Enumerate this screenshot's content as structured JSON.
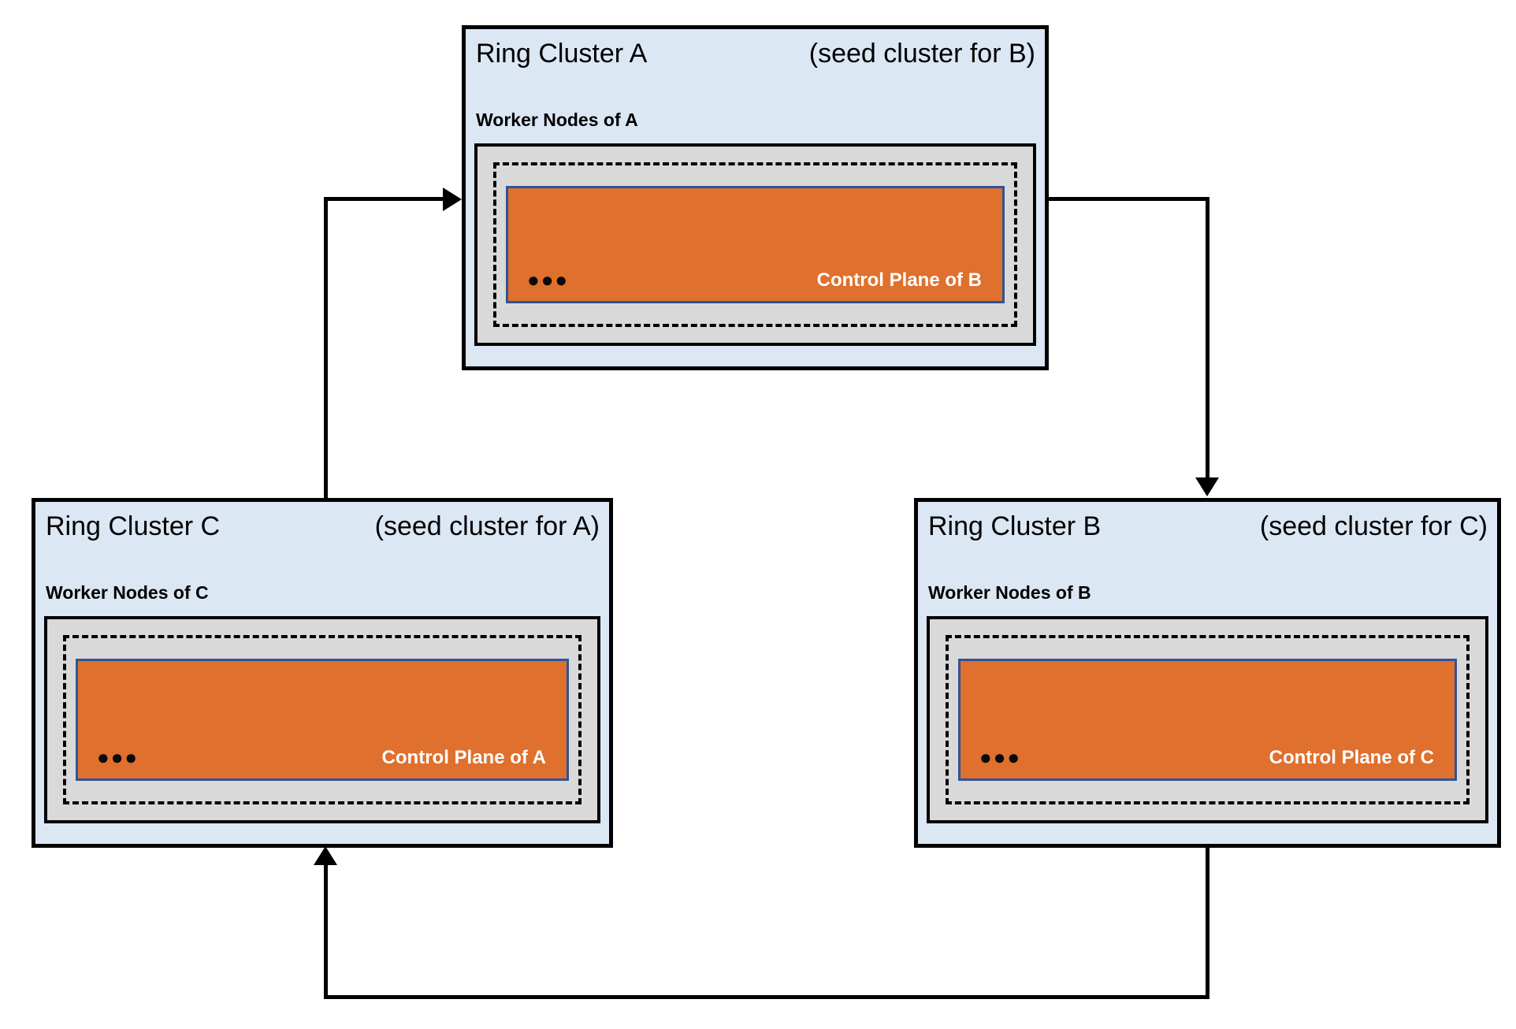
{
  "diagram": {
    "description": "Three Kubernetes ring clusters hosting each other's control planes in a cycle"
  },
  "clusters": [
    {
      "id": "A",
      "title": "Ring Cluster A",
      "seed_note": "(seed cluster for B)",
      "worker_label": "Worker Nodes of A",
      "dots": "●●●",
      "control_plane_label": "Control Plane of B"
    },
    {
      "id": "C",
      "title": "Ring Cluster C",
      "seed_note": "(seed cluster for A)",
      "worker_label": "Worker Nodes of C",
      "dots": "●●●",
      "control_plane_label": "Control Plane of A"
    },
    {
      "id": "B",
      "title": "Ring Cluster B",
      "seed_note": "(seed cluster for C)",
      "worker_label": "Worker Nodes of B",
      "dots": "●●●",
      "control_plane_label": "Control Plane of C"
    }
  ],
  "arrows": [
    {
      "from": "Ring Cluster C",
      "to": "Ring Cluster A"
    },
    {
      "from": "Ring Cluster A",
      "to": "Ring Cluster B"
    },
    {
      "from": "Ring Cluster B",
      "to": "Ring Cluster C"
    }
  ],
  "colors": {
    "cluster_bg": "#dbe7f3",
    "cluster_border": "#000000",
    "worker_nodes_bg": "#d9d9d9",
    "control_plane_fill": "#df702d",
    "control_plane_border": "#2f5496",
    "connector_line": "#000000",
    "control_plane_text": "#ffffff"
  }
}
